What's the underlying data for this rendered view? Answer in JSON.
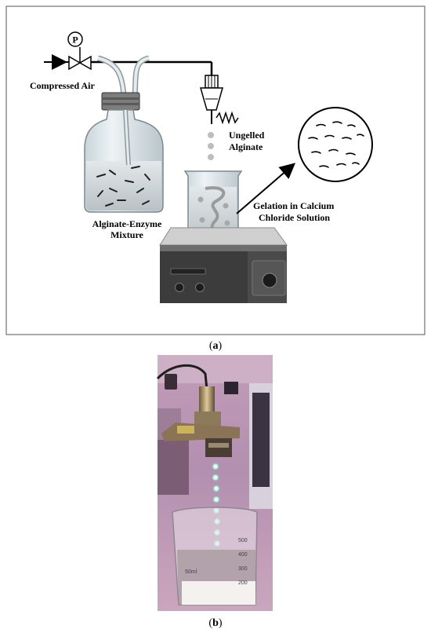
{
  "panel_a": {
    "labels": {
      "compressed_air": "Compressed Air",
      "pressure_gauge": "P",
      "ungelled_line1": "Ungelled",
      "ungelled_line2": "Alginate",
      "mixture_line1": "Alginate-Enzyme",
      "mixture_line2": "Mixture",
      "gelation_line1": "Gelation in Calcium",
      "gelation_line2": "Chloride Solution"
    },
    "caption_open": "(",
    "caption_letter": "a",
    "caption_close": ")"
  },
  "panel_b": {
    "beaker_marks": [
      "500",
      "400",
      "300",
      "200"
    ],
    "beaker_text": "50ml",
    "caption_open": "(",
    "caption_letter": "b",
    "caption_close": ")"
  },
  "colors": {
    "frame": "#555555",
    "glass": "#dfe8ec",
    "liquid": "#cfd6da",
    "droplet": "#bdbdbd",
    "hotplate_dark": "#3c3c3c",
    "photo_bg": "#b592ae",
    "led_green": "#d9fff0"
  }
}
